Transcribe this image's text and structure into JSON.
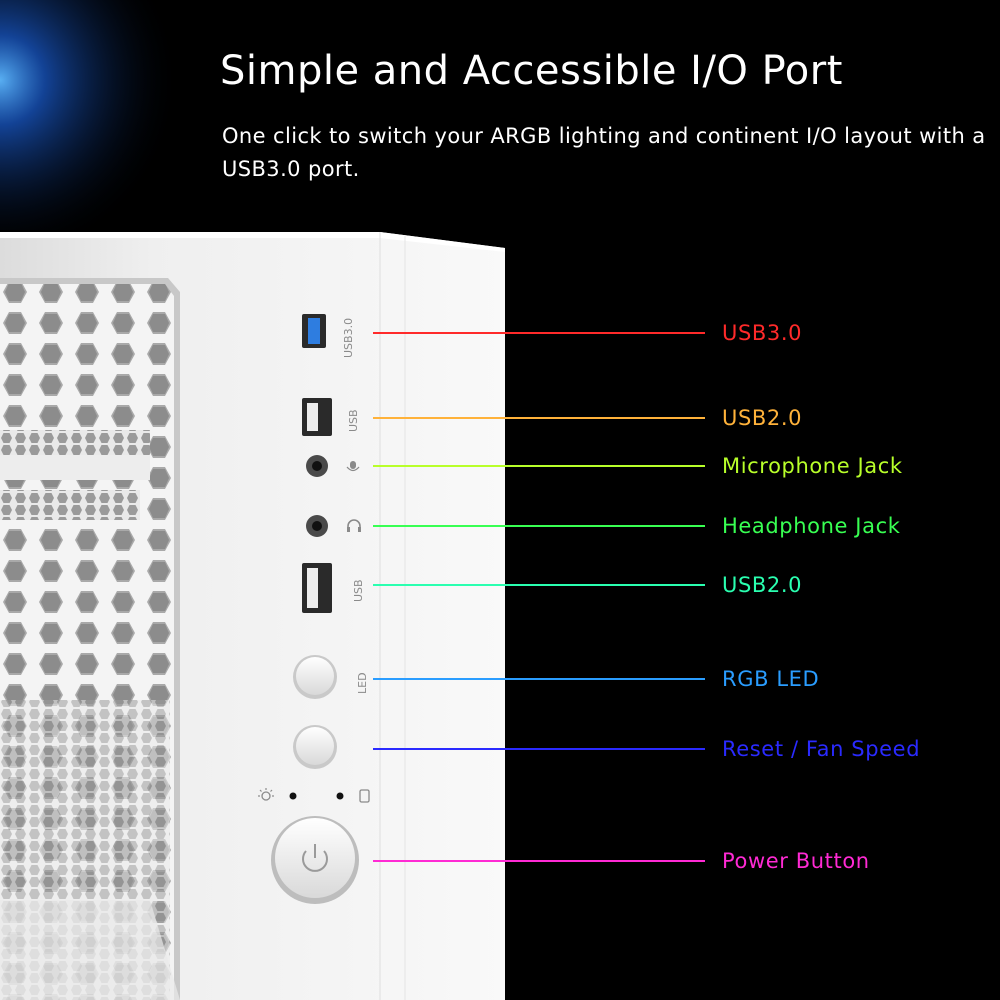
{
  "header": {
    "title": "Simple and Accessible I/O Port",
    "description": "One click to switch your ARGB lighting and continent I/O layout with a USB3.0 port."
  },
  "panel_markings": {
    "usb3": "USB3.0",
    "usb_a": "USB",
    "usb_b": "USB",
    "led": "LED"
  },
  "callouts": [
    {
      "id": "usb3",
      "label": "USB3.0",
      "color": "#ff2a2a"
    },
    {
      "id": "usb2-top",
      "label": "USB2.0",
      "color": "#ffb23a"
    },
    {
      "id": "microphone",
      "label": "Microphone Jack",
      "color": "#b8ff2a"
    },
    {
      "id": "headphone",
      "label": "Headphone Jack",
      "color": "#38ff52"
    },
    {
      "id": "usb2-bottom",
      "label": "USB2.0",
      "color": "#2affb0"
    },
    {
      "id": "rgb-led",
      "label": "RGB LED",
      "color": "#2a9dff"
    },
    {
      "id": "reset",
      "label": "Reset / Fan Speed",
      "color": "#2a2aff"
    },
    {
      "id": "power",
      "label": "Power Button",
      "color": "#ff2ad4"
    }
  ]
}
